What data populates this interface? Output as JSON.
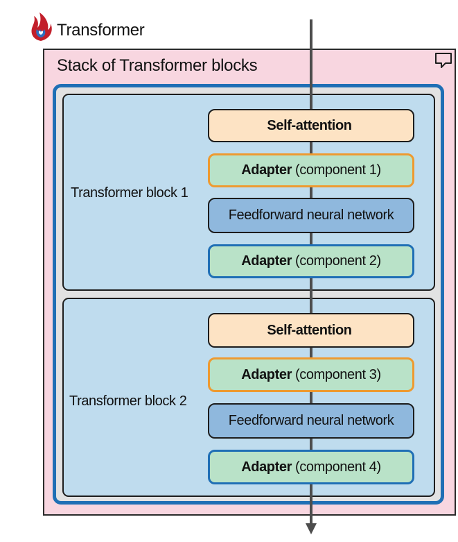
{
  "header": {
    "title": "Transformer",
    "logo_icon": "flame-logo-icon"
  },
  "stack": {
    "title": "Stack of Transformer blocks",
    "corner_icon": "comment-icon"
  },
  "blocks": [
    {
      "label": "Transformer block 1",
      "components": [
        {
          "type": "attention",
          "bold": "Self-attention",
          "suffix": ""
        },
        {
          "type": "adapter",
          "bold": "Adapter",
          "suffix": "(component 1)"
        },
        {
          "type": "ffn",
          "bold": "",
          "suffix": "Feedforward neural network"
        },
        {
          "type": "adapter",
          "bold": "Adapter",
          "suffix": "(component 2)"
        }
      ]
    },
    {
      "label": "Transformer block 2",
      "components": [
        {
          "type": "attention",
          "bold": "Self-attention",
          "suffix": ""
        },
        {
          "type": "adapter",
          "bold": "Adapter",
          "suffix": "(component 3)"
        },
        {
          "type": "ffn",
          "bold": "",
          "suffix": "Feedforward neural network"
        },
        {
          "type": "adapter",
          "bold": "Adapter",
          "suffix": "(component 4)"
        }
      ]
    }
  ],
  "colors": {
    "stack_background": "#f8d6e0",
    "frame_border": "#1f6fb5",
    "block_background": "#bfdcee",
    "attention_fill": "#fde3c4",
    "adapter_fill": "#b9e2c8",
    "adapter_border_orange": "#ee9a30",
    "adapter_border_blue": "#1f6fb5",
    "ffn_fill": "#8fb8dd",
    "arrow": "#4d4d4d"
  }
}
